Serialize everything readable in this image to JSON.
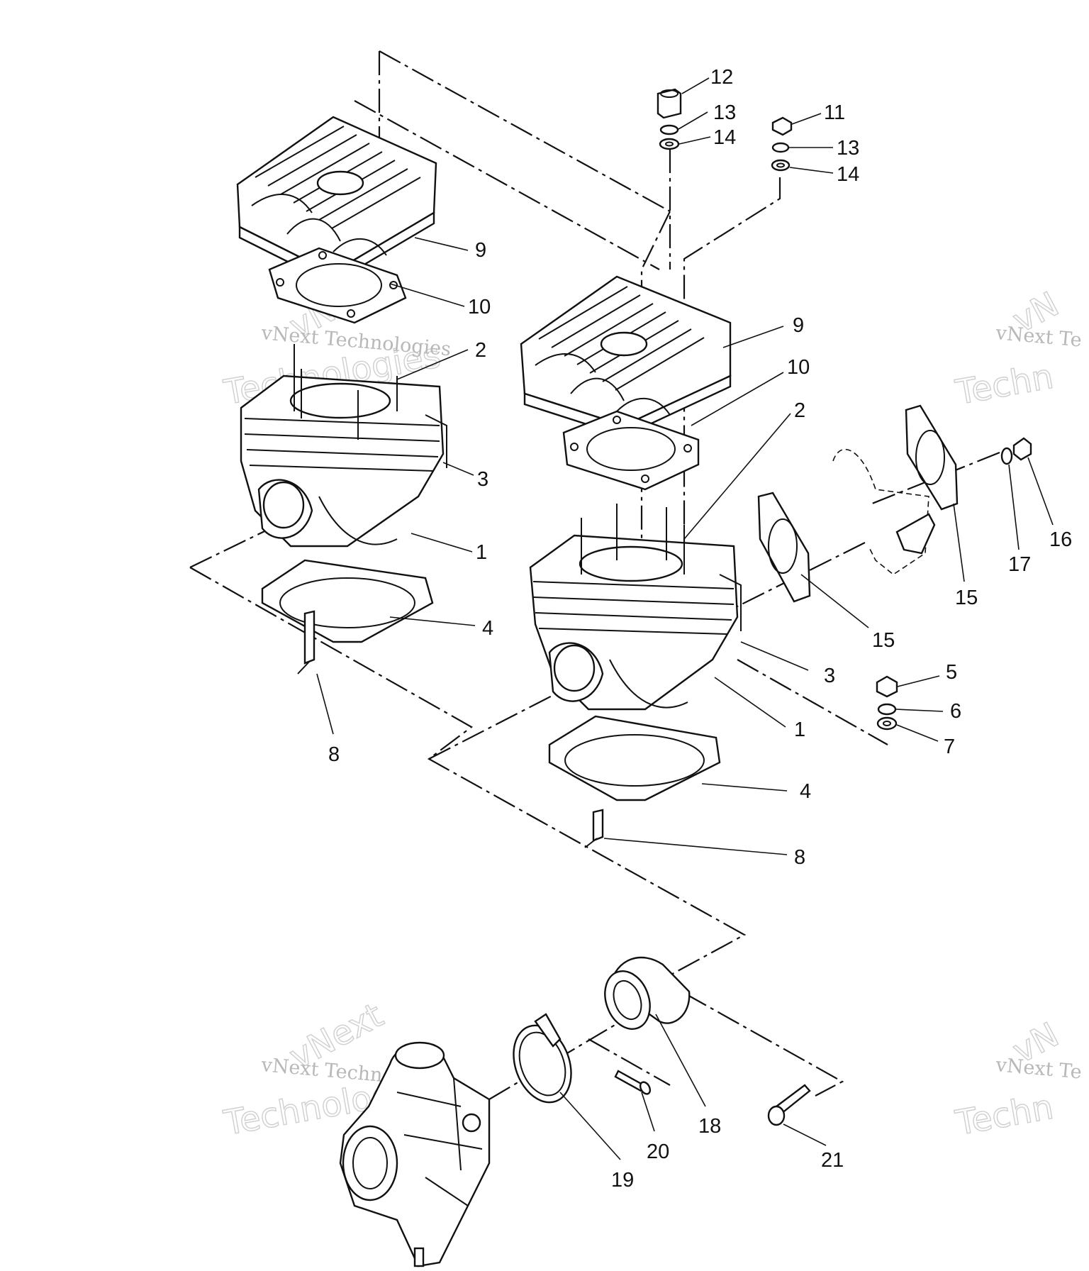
{
  "watermarks": [
    {
      "line1": "vNext Technologies",
      "line2": "Technologies",
      "line3": "vNext"
    },
    {
      "line1": "vNext Te",
      "line2": "Techn",
      "line3": "vN"
    },
    {
      "line1": "vNext Technologies",
      "line2": "Technologies",
      "line3": "vNext"
    },
    {
      "line1": "vNext Te",
      "line2": "Techn",
      "line3": "vN"
    }
  ],
  "callouts": [
    {
      "id": "c12",
      "text": "12"
    },
    {
      "id": "c13a",
      "text": "13"
    },
    {
      "id": "c14a",
      "text": "14"
    },
    {
      "id": "c11",
      "text": "11"
    },
    {
      "id": "c13b",
      "text": "13"
    },
    {
      "id": "c14b",
      "text": "14"
    },
    {
      "id": "c9a",
      "text": "9"
    },
    {
      "id": "c10a",
      "text": "10"
    },
    {
      "id": "c2a",
      "text": "2"
    },
    {
      "id": "c3a",
      "text": "3"
    },
    {
      "id": "c1a",
      "text": "1"
    },
    {
      "id": "c4a",
      "text": "4"
    },
    {
      "id": "c8a",
      "text": "8"
    },
    {
      "id": "c9b",
      "text": "9"
    },
    {
      "id": "c10b",
      "text": "10"
    },
    {
      "id": "c2b",
      "text": "2"
    },
    {
      "id": "c3b",
      "text": "3"
    },
    {
      "id": "c1b",
      "text": "1"
    },
    {
      "id": "c4b",
      "text": "4"
    },
    {
      "id": "c8b",
      "text": "8"
    },
    {
      "id": "c15a",
      "text": "15"
    },
    {
      "id": "c15b",
      "text": "15"
    },
    {
      "id": "c17",
      "text": "17"
    },
    {
      "id": "c16",
      "text": "16"
    },
    {
      "id": "c5",
      "text": "5"
    },
    {
      "id": "c6",
      "text": "6"
    },
    {
      "id": "c7",
      "text": "7"
    },
    {
      "id": "c18",
      "text": "18"
    },
    {
      "id": "c19",
      "text": "19"
    },
    {
      "id": "c20",
      "text": "20"
    },
    {
      "id": "c21",
      "text": "21"
    }
  ]
}
